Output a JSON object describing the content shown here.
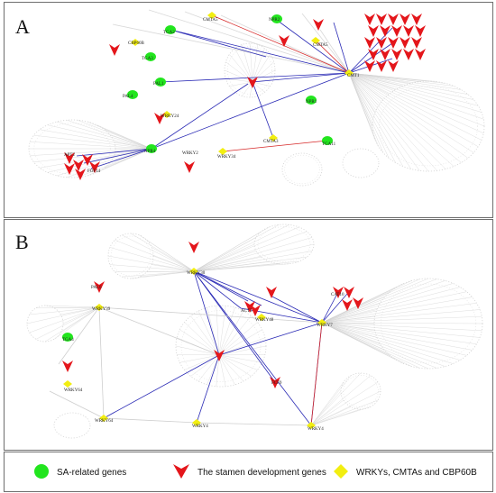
{
  "panels": [
    {
      "letter": "A"
    },
    {
      "letter": "B"
    }
  ],
  "legend": {
    "sa_label": "SA-related genes",
    "stamen_label": "The stamen  development genes",
    "wrky_label": "WRKYs, CMTAs and CBP60B",
    "colors": {
      "sa": "#22e51e",
      "stamen": "#e4161b",
      "wrky": "#f2ee11"
    }
  },
  "network_a": {
    "node_labels": [
      "CMTA5",
      "NPR2",
      "TGA2",
      "CBP60B",
      "TGA3",
      "PAL4",
      "PAL1",
      "CMT1",
      "NPR1",
      "WRKY24",
      "WRKY2",
      "WRKY34",
      "CMTA3",
      "TGA11",
      "NPR4",
      "CMTA5",
      "FOF14",
      "APT2"
    ]
  },
  "network_b": {
    "node_labels": [
      "WRKY30",
      "WRKY39",
      "WRKY7",
      "WRKY48",
      "WRKY4",
      "WRKY64",
      "WRKY4",
      "WRKY64",
      "TGA4",
      "PAL6",
      "FCF9",
      "ACT5",
      "CAT10"
    ]
  }
}
